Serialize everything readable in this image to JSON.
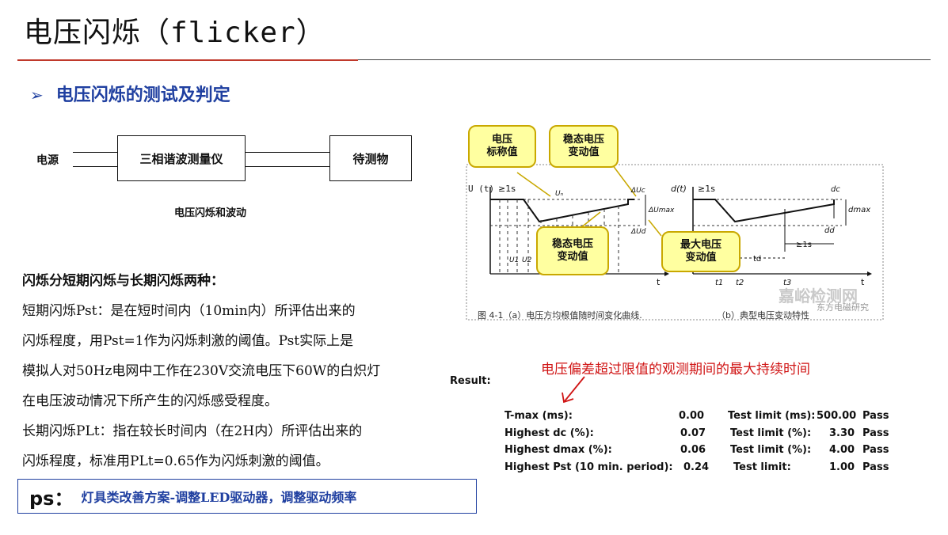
{
  "title": "电压闪烁（flicker）",
  "subheading": "电压闪烁的测试及判定",
  "subheading_marker": "➢",
  "block_diagram": {
    "source": "电源",
    "instrument": "三相谐波测量仪",
    "dut": "待测物",
    "caption": "电压闪烁和波动"
  },
  "text_lines": [
    "闪烁分短期闪烁与长期闪烁两种：",
    "短期闪烁Pst：是在短时间内（10min内）所评估出来的",
    "闪烁程度，用Pst=1作为闪烁刺激的阈值。Pst实际上是",
    "模拟人对50Hz电网中工作在230V交流电压下60W的白炽灯",
    "在电压波动情况下所产生的闪烁感受程度。",
    "长期闪烁PLt：指在较长时间内（在2H内）所评估出来的",
    "闪烁程度，标准用PLt=0.65作为闪烁刺激的阈值。"
  ],
  "ps": {
    "label": "ps：",
    "text": "灯具类改善方案-调整LED驱动器，调整驱动频率"
  },
  "figure": {
    "callouts": {
      "nominal": "电压\n标称值",
      "steady_top": "稳态电压\n变动值",
      "steady_bottom": "稳态电压\n变动值",
      "max": "最大电压\n变动值"
    },
    "left_axis": "U (t)",
    "left_step": "≥1s",
    "right_axis": "d(t)",
    "right_step": "≥1s",
    "labels": {
      "un": "Uₙ",
      "dUc": "ΔUc",
      "dUmax": "ΔUmax",
      "dUd": "ΔUd",
      "dc": "dc",
      "dmax": "dmax",
      "dd": "dd",
      "ge1s": "≥1s",
      "td": "td",
      "t_left": "t",
      "t_right": "t",
      "t1": "t1",
      "t2": "t2",
      "t3": "t3",
      "u1": "U1",
      "u2": "U2"
    },
    "caption_left": "图 4-1（a）电压方均根值随时间变化曲线.",
    "caption_right": "（b）典型电压变动特性"
  },
  "watermark": {
    "line1": "嘉峪检测网",
    "line2": "东方电磁研究"
  },
  "red_note": "电压偏差超过限值的观测期间的最大持续时间",
  "result": {
    "label": "Result:",
    "rows": [
      {
        "name": "T-max (ms):",
        "value": "0.00",
        "limit_label": "Test limit (ms):",
        "limit": "500.00",
        "status": "Pass"
      },
      {
        "name": "Highest dc (%):",
        "value": "0.07",
        "limit_label": "Test limit (%):",
        "limit": "3.30",
        "status": "Pass"
      },
      {
        "name": "Highest dmax (%):",
        "value": "0.06",
        "limit_label": "Test limit (%):",
        "limit": "4.00",
        "status": "Pass"
      },
      {
        "name": "Highest Pst (10 min. period):",
        "value": "0.24",
        "limit_label": "Test limit:",
        "limit": "1.00",
        "status": "Pass"
      }
    ]
  }
}
